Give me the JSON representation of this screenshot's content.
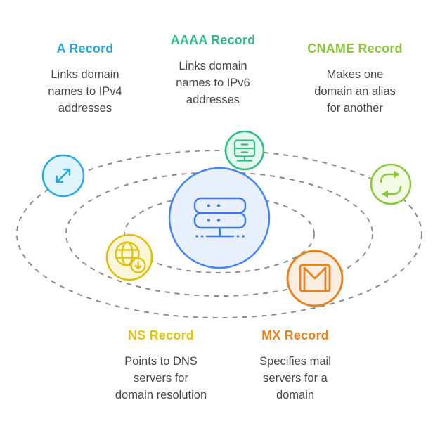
{
  "palette": {
    "orbit": "#8C8C8C",
    "body_text": "#474747",
    "central_stroke": "#4285F4",
    "central_fill": "#E8F0FE",
    "central_icon": "#3B78E8"
  },
  "central": {
    "icon": "dns-server-icon"
  },
  "records": {
    "a": {
      "title": "A Record",
      "desc": "Links domain\nnames to IPv4\naddresses",
      "color": "#2AA7DE",
      "icon_stroke": "#29ABE2",
      "icon_fill": "#E0F4FC",
      "icon": "resize-arrows-icon"
    },
    "aaaa": {
      "title": "AAAA Record",
      "desc": "Links domain\nnames to IPv6\naddresses",
      "color": "#2EBD85",
      "icon_stroke": "#2EBD85",
      "icon_fill": "#E4F8EE",
      "icon": "server-rack-icon"
    },
    "cname": {
      "title": "CNAME Record",
      "desc": "Makes one\ndomain an alias\nfor another",
      "color": "#8CC63F",
      "icon_stroke": "#8CC63F",
      "icon_fill": "#F3FAE5",
      "icon": "swap-arrows-icon"
    },
    "ns": {
      "title": "NS Record",
      "desc": "Points to DNS\nservers for\ndomain resolution",
      "color": "#E3C214",
      "icon_stroke": "#DFBF05",
      "icon_fill": "#FBF6DA",
      "icon": "globe-download-icon"
    },
    "mx": {
      "title": "MX Record",
      "desc": "Specifies mail\nservers for a\ndomain",
      "color": "#E8821E",
      "icon_stroke": "#E8821E",
      "icon_fill": "#FCEFE2",
      "icon": "envelope-icon"
    }
  }
}
